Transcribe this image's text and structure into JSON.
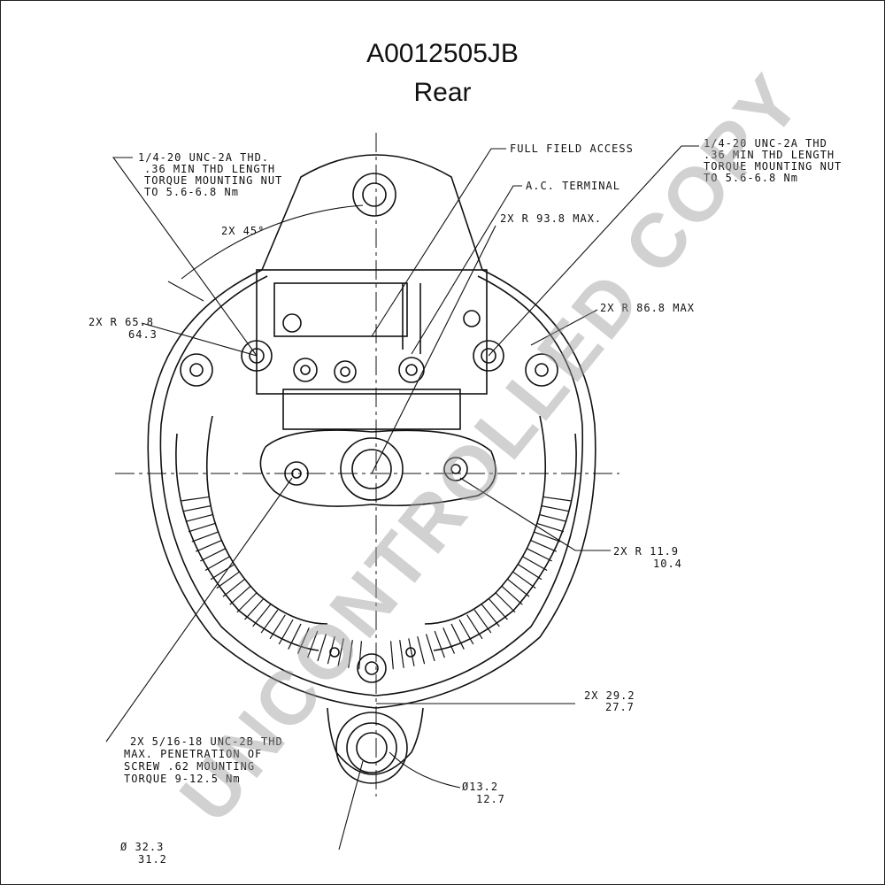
{
  "header": {
    "part_number": "A0012505JB",
    "view": "Rear"
  },
  "watermark": "UNCONTROLLED COPY",
  "callouts": {
    "stud_left": [
      "1/4-20 UNC-2A THD.",
      ".36 MIN THD LENGTH",
      "TORQUE MOUNTING NUT",
      "TO 5.6-6.8 Nm"
    ],
    "full_field_access": "FULL FIELD ACCESS",
    "ac_terminal": "A.C. TERMINAL",
    "stud_right": [
      "1/4-20 UNC-2A THD",
      ".36 MIN THD LENGTH",
      "TORQUE MOUNTING NUT",
      "TO 5.6-6.8 Nm"
    ],
    "angle": "2X 45°",
    "radius_93": "2X R 93.8 MAX.",
    "radius_65": [
      "2X R 65.8",
      "64.3"
    ],
    "radius_86": "2X R 86.8 MAX",
    "radius_11": [
      "2X R 11.9",
      "10.4"
    ],
    "dim_29": [
      "2X 29.2",
      "27.7"
    ],
    "thread_bottom": [
      "2X 5/16-18 UNC-2B THD",
      "MAX. PENETRATION OF",
      "SCREW .62 MOUNTING",
      "TORQUE 9-12.5 Nm"
    ],
    "dia_13": [
      "Ø13.2",
      "12.7"
    ],
    "dia_32": [
      "Ø 32.3",
      "31.2"
    ]
  },
  "colors": {
    "line": "#111111",
    "watermark": "#9a9a9a"
  }
}
